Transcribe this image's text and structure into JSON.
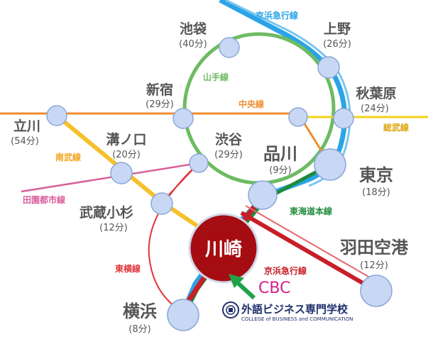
{
  "stations": {
    "ikebukuro": {
      "name": "池袋",
      "time": "(40分)"
    },
    "ueno": {
      "name": "上野",
      "time": "(26分)"
    },
    "shinjuku": {
      "name": "新宿",
      "time": "(29分)"
    },
    "akihabara": {
      "name": "秋葉原",
      "time": "(24分)"
    },
    "tachikawa": {
      "name": "立川",
      "time": "(54分)"
    },
    "mizonokuchi": {
      "name": "溝ノ口",
      "time": "(20分)"
    },
    "shibuya": {
      "name": "渋谷",
      "time": "(29分)"
    },
    "shinagawa": {
      "name": "品川",
      "time": "(9分)"
    },
    "tokyo": {
      "name": "東京",
      "time": "(18分)"
    },
    "musashikosugi": {
      "name": "武蔵小杉",
      "time": "(12分)"
    },
    "haneda": {
      "name": "羽田空港",
      "time": "(12分)"
    },
    "kawasaki": {
      "name": "川崎"
    },
    "yokohama": {
      "name": "横浜",
      "time": "(8分)"
    }
  },
  "lines": {
    "keihin_top": "京浜急行線",
    "yamanote": "山手線",
    "chuo": "中央線",
    "sobu": "総武線",
    "nambu": "南武線",
    "denentoshi": "田園都市線",
    "tokaido": "東海道本線",
    "toyoko": "東横線",
    "keihin_bottom": "京浜急行線"
  },
  "logo": {
    "brand": "CBC",
    "school_name": "外語ビジネス専門学校",
    "school_en": "COLLEGE of BUSINESS and COMMUNICATION"
  },
  "colors": {
    "yamanote": "#6dbb62",
    "chuo": "#f08c2e",
    "sobu": "#f2d21c",
    "keihin_tohoku": "#2aa4e6",
    "nambu": "#f5c02a",
    "denentoshi": "#d85f9a",
    "tokaido": "#1e8a3a",
    "toyoko": "#e0353a",
    "keikyu": "#c81e28",
    "kawasaki_node": "#a50d12",
    "station_node": "#c8d8f4",
    "arrow": "#1fa34a",
    "cbc_brand": "#d6208a",
    "school_text": "#1f2f6b"
  }
}
